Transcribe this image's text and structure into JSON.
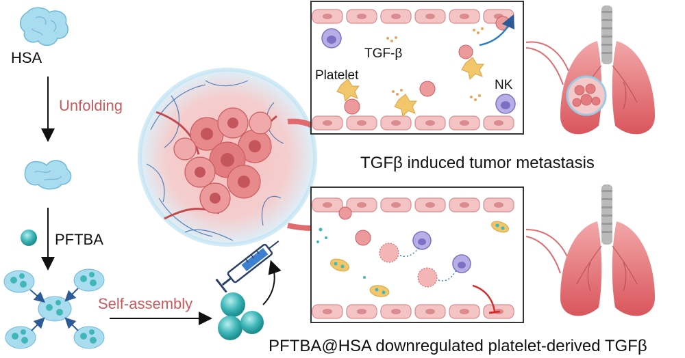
{
  "labels": {
    "hsa": "HSA",
    "unfolding": "Unfolding",
    "pftba": "PFTBA",
    "self_assembly": "Self-assembly",
    "tgf_beta": "TGF-β",
    "platelet": "Platelet",
    "nk": "NK",
    "metastasis_caption": "TGFβ induced tumor metastasis",
    "treatment_caption": "PFTBA@HSA  downregulated platelet-derived TGFβ"
  },
  "colors": {
    "protein": "#a9dcef",
    "protein_stroke": "#6fb8d6",
    "nanoparticle": "#3fb7b8",
    "vessel": "#f4c4c4",
    "vessel_cell": "#e9a2a4",
    "tumor": "#e98d8f",
    "lung": "#e0666b",
    "trachea": "#b9b9b9",
    "platelet": "#f2c66a",
    "nk_cell": "#9b8fd6",
    "label_red": "#c65a5e",
    "arrow_blue": "#2d7fc4",
    "inhibit_red": "#d62e2e"
  },
  "icons": [
    "hsa-protein-icon",
    "unfolded-protein-icon",
    "pftba-droplet-icon",
    "nanoparticle-cluster-icon",
    "syringe-icon",
    "tumor-mass-icon",
    "lung-icon",
    "platelet-icon",
    "nk-cell-icon",
    "inhibition-arrow-icon"
  ]
}
